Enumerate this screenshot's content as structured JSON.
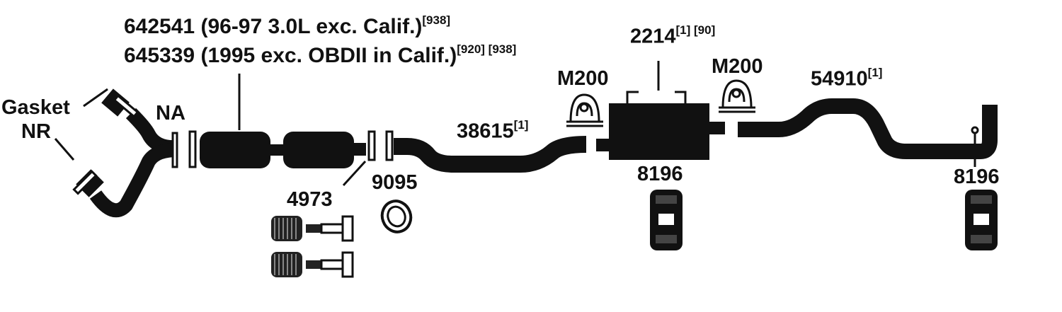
{
  "colors": {
    "ink": "#111111",
    "background": "#ffffff"
  },
  "labels": {
    "cat1_part": "642541",
    "cat1_desc": "(96-97 3.0L exc. Calif.)",
    "cat1_ref": "[938]",
    "cat2_part": "645339",
    "cat2_desc": "(1995 exc. OBDII in Calif.)",
    "cat2_ref": "[920] [938]",
    "gasket": "Gasket",
    "nr": "NR",
    "na": "NA",
    "pipe_part": "38615",
    "pipe_ref": "[1]",
    "muffler_part": "2214",
    "muffler_ref": "[1] [90]",
    "clamp_left": "M200",
    "clamp_right": "M200",
    "tail_part": "54910",
    "tail_ref": "[1]",
    "hanger_left": "8196",
    "hanger_right": "8196",
    "bolt_kit": "4973",
    "gasket_ring": "9095"
  },
  "icons": [
    "gasket-icon",
    "catalytic-converter-icon",
    "clamp-icon",
    "muffler-icon",
    "hanger-icon",
    "spring-bolt-icon",
    "gasket-ring-icon"
  ]
}
